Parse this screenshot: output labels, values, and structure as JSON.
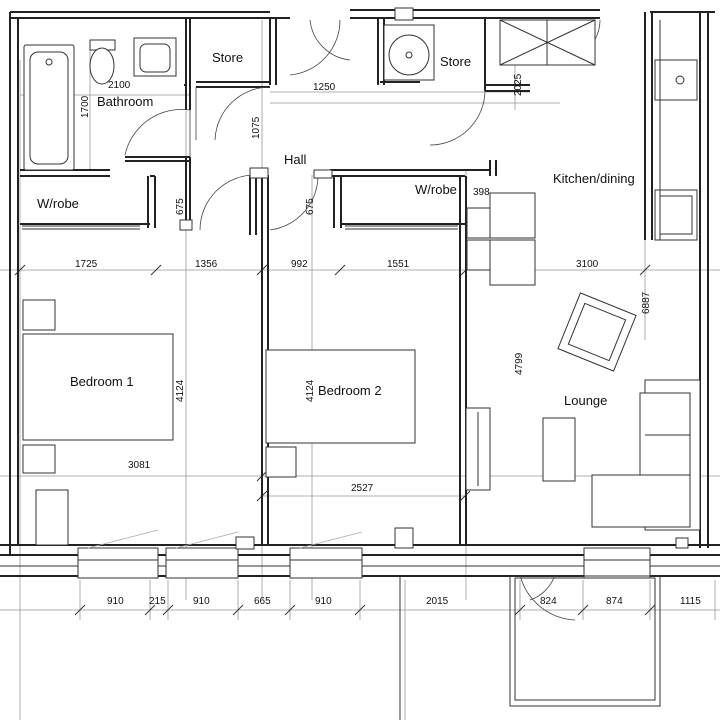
{
  "rooms": {
    "bathroom": "Bathroom",
    "store1": "Store",
    "store2": "Store",
    "hall": "Hall",
    "kitchen": "Kitchen/dining",
    "wrobe1": "W/robe",
    "wrobe2": "W/robe",
    "bedroom1": "Bedroom 1",
    "bedroom2": "Bedroom 2",
    "lounge": "Lounge"
  },
  "dimensions": {
    "d2100": "2100",
    "d1700": "1700",
    "d1250": "1250",
    "d1075": "1075",
    "d2025": "2025",
    "d675a": "675",
    "d675b": "675",
    "d398": "398",
    "d1725": "1725",
    "d1356": "1356",
    "d992": "992",
    "d1551": "1551",
    "d3100": "3100",
    "d6887": "6887",
    "d4124a": "4124",
    "d4124b": "4124",
    "d4799": "4799",
    "d3081": "3081",
    "d2527": "2527",
    "b910a": "910",
    "b215": "215",
    "b910b": "910",
    "b665": "665",
    "b910c": "910",
    "b2015": "2015",
    "b824": "824",
    "b874": "874",
    "b1115": "1115"
  }
}
